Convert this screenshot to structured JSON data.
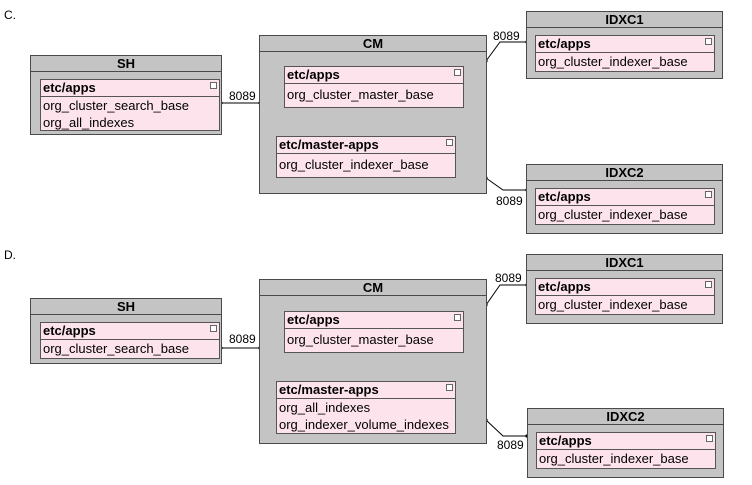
{
  "options": [
    {
      "label": "C.",
      "sh": {
        "title": "SH",
        "folder": "etc/apps",
        "items": [
          "org_cluster_search_base",
          "org_all_indexes"
        ]
      },
      "cm": {
        "title": "CM",
        "folders": [
          {
            "title": "etc/apps",
            "items": [
              "org_cluster_master_base"
            ]
          },
          {
            "title": "etc/master-apps",
            "items": [
              "org_cluster_indexer_base"
            ]
          }
        ]
      },
      "idxc1": {
        "title": "IDXC1",
        "folder": "etc/apps",
        "items": [
          "org_cluster_indexer_base"
        ]
      },
      "idxc2": {
        "title": "IDXC2",
        "folder": "etc/apps",
        "items": [
          "org_cluster_indexer_base"
        ]
      },
      "ports": {
        "sh_cm": "8089",
        "cm_idxc1": "8089",
        "cm_idxc2": "8089"
      }
    },
    {
      "label": "D.",
      "sh": {
        "title": "SH",
        "folder": "etc/apps",
        "items": [
          "org_cluster_search_base"
        ]
      },
      "cm": {
        "title": "CM",
        "folders": [
          {
            "title": "etc/apps",
            "items": [
              "org_cluster_master_base"
            ]
          },
          {
            "title": "etc/master-apps",
            "items": [
              "org_all_indexes",
              "org_indexer_volume_indexes"
            ]
          }
        ]
      },
      "idxc1": {
        "title": "IDXC1",
        "folder": "etc/apps",
        "items": [
          "org_cluster_indexer_base"
        ]
      },
      "idxc2": {
        "title": "IDXC2",
        "folder": "etc/apps",
        "items": [
          "org_cluster_indexer_base"
        ]
      },
      "ports": {
        "sh_cm": "8089",
        "cm_idxc1": "8089",
        "cm_idxc2": "8089"
      }
    }
  ]
}
